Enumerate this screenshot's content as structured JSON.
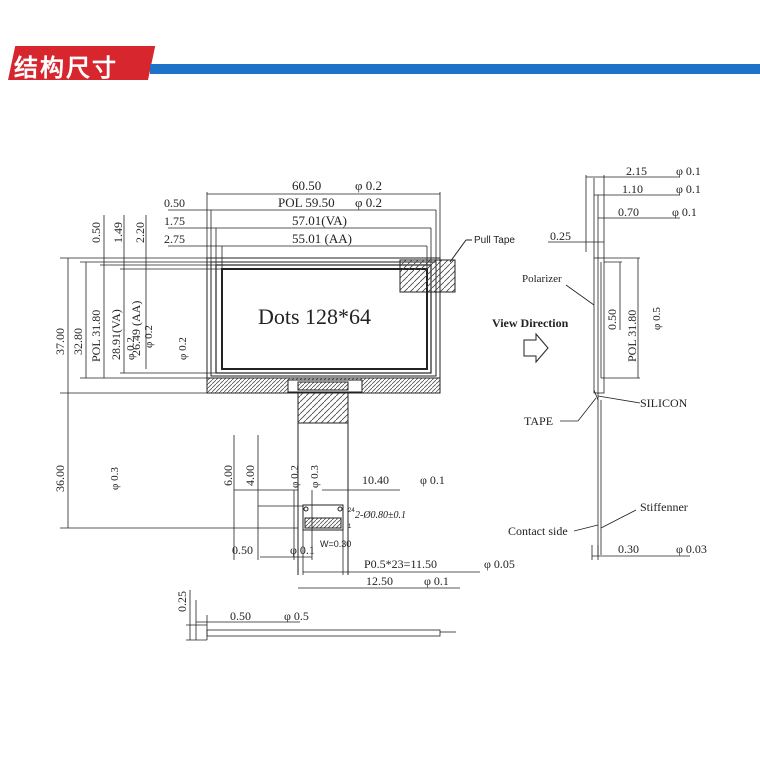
{
  "header": {
    "title": "结构尺寸",
    "accent_color": "#d7262e",
    "bar_color": "#1e73c8"
  },
  "front": {
    "display_text": "Dots 128*64",
    "pull_tape": "Pull Tape",
    "dims_top": [
      {
        "value": "60.50",
        "tol": "φ 0.2"
      },
      {
        "value": "POL 59.50",
        "tol": "φ 0.2"
      },
      {
        "value": "57.01(VA)"
      },
      {
        "value": "55.01 (AA)"
      }
    ],
    "dims_left_offsets": [
      "0.50",
      "1.75",
      "2.75"
    ],
    "dims_vertical_small": [
      "0.50",
      "1.49",
      "2.20"
    ],
    "dims_vertical": [
      "37.00",
      "32.80",
      "POL 31.80",
      "28.91(VA)",
      "26.49 (AA)"
    ],
    "tol_02a": "φ 0.2",
    "tol_02b": "φ 0.2",
    "tol_02c": "φ 0.2",
    "dim_36": "36.00",
    "tol_03": "φ 0.3",
    "dim_600": "6.00",
    "dim_400": "4.00",
    "tol_02d": "φ 0.2",
    "tol_03b": "φ 0.3",
    "dim_1040": "10.40",
    "tol_01a": "φ 0.1",
    "holes": "2-Ø0.80±0.1",
    "pin_24": "24",
    "pin_1": "1",
    "dim_050b": "0.50",
    "tol_01b": "φ 0.1",
    "width_note": "W=0.30",
    "pitch": "P0.5*23=11.50",
    "tol_005": "φ 0.05",
    "dim_1250": "12.50",
    "tol_01c": "φ 0.1"
  },
  "bottom": {
    "dim_025": "0.25",
    "dim_050": "0.50",
    "tol": "φ 0.5"
  },
  "side": {
    "view_direction": "View Direction",
    "dims_top": [
      {
        "value": "2.15",
        "tol": "φ 0.1"
      },
      {
        "value": "1.10",
        "tol": "φ 0.1"
      },
      {
        "value": "0.70",
        "tol": "φ 0.1"
      }
    ],
    "dim_025": "0.25",
    "polarizer": "Polarizer",
    "dim_050": "0.50",
    "pol": "POL 31.80",
    "tol_05": "φ 0.5",
    "silicon": "SILICON",
    "tape": "TAPE",
    "stiffener": "Stiffenner",
    "contact_side": "Contact side",
    "dim_030": "0.30",
    "tol_003": "φ 0.03"
  }
}
